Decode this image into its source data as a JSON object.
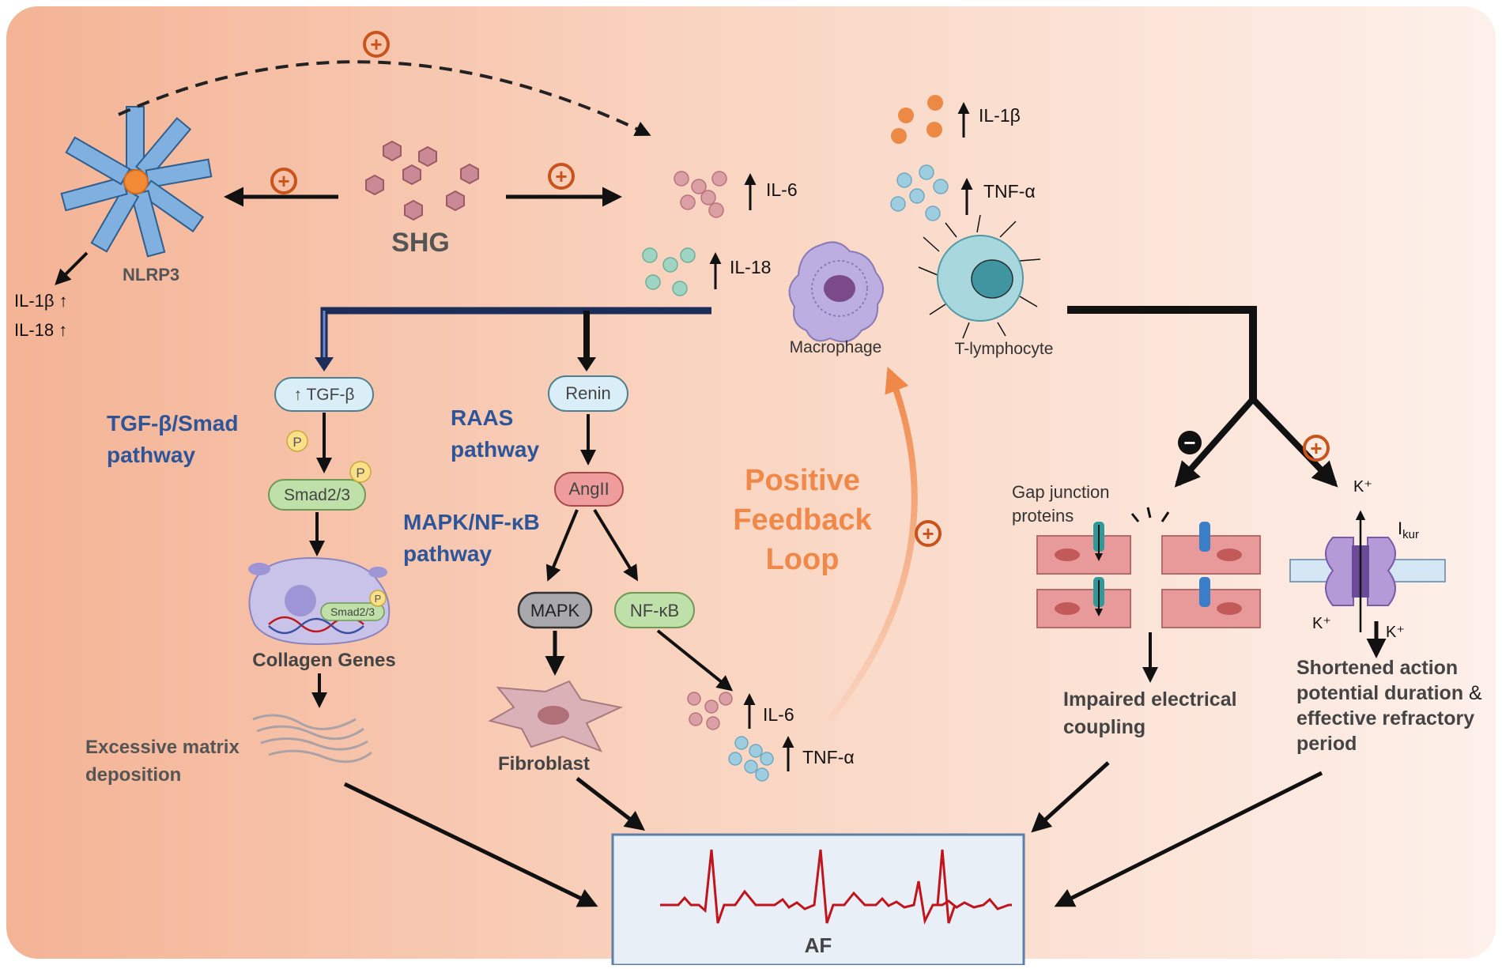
{
  "colors": {
    "bg_left": "#f4b89a",
    "bg_right": "#fdebe2",
    "pathway_blue": "#2e5597",
    "feedback_orange": "#f0884a",
    "plus_orange": "#c8531c",
    "ecg_red": "#c0151c",
    "af_box": "#e9eff7"
  },
  "labels": {
    "shg": "SHG",
    "nlrp3": "NLRP3",
    "il1b_left": "IL-1β ↑",
    "il18_left": "IL-18 ↑",
    "il1b_top": "IL-1β",
    "tnfa_top": "TNF-α",
    "il6_top": "IL-6",
    "il18_mid": "IL-18",
    "macrophage": "Macrophage",
    "tlymphocyte": "T-lymphocyte",
    "tgfb_pill": "↑ TGF-β",
    "tgf_pathway_l1": "TGF-β/Smad",
    "tgf_pathway_l2": "pathway",
    "p1": "P",
    "p2": "P",
    "p3": "P",
    "smad_pill": "Smad2/3",
    "smad_in_cell": "Smad2/3",
    "collagen_genes": "Collagen Genes",
    "excess_l1": "Excessive matrix",
    "excess_l2": "deposition",
    "renin": "Renin",
    "raas_l1": "RAAS",
    "raas_l2": "pathway",
    "angii": "AngII",
    "mapknfkb_l1": "MAPK/NF-κB",
    "mapknfkb_l2": "pathway",
    "mapk": "MAPK",
    "nfkb": "NF-κB",
    "fibroblast": "Fibroblast",
    "il6_bottom": "IL-6",
    "tnfa_bottom": "TNF-α",
    "feedback_l1": "Positive",
    "feedback_l2": "Feedback",
    "feedback_l3": "Loop",
    "gap_l1": "Gap junction",
    "gap_l2": "proteins",
    "impaired_l1": "Impaired electrical",
    "impaired_l2": "coupling",
    "kplus_top": "K⁺",
    "ikur_main": "I",
    "ikur_sub": "kur",
    "kplus_left": "K⁺",
    "kplus_right": "K⁺",
    "short_l1": "Shortened action",
    "short_l2": "potential duration",
    "short_amp": "&",
    "short_l3": "effective refractory",
    "short_l4": "period",
    "af": "AF",
    "plus": "+",
    "minus": "−"
  }
}
